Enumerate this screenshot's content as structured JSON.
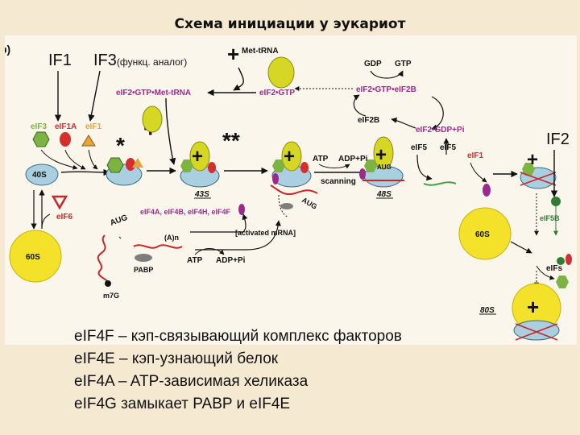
{
  "title": "Схема инициации у эукариот",
  "overlay_labels": {
    "if1": "IF1",
    "if3": "IF3",
    "if3_note": "(функц. аналог)",
    "if2": "IF2"
  },
  "diagram": {
    "panel_letter": "b)",
    "met_trna": "Met-tRNA",
    "gdp": "GDP",
    "gtp": "GTP",
    "eif2_gtp_met_trna": "eIF2•GTP•Met-tRNA",
    "eif2_gtp": "eIF2•GTP",
    "eif2_gtp_eif2b": "eIF2•GTP•eIF2B",
    "eif2b": "eIF2B",
    "eif2_gdp_pi": "eIF2•GDP+Pi",
    "eif3": "eIF3",
    "eif1a": "eIF1A",
    "eif1": "eIF1",
    "star_single": "*",
    "star_double": "**",
    "s40": "40S",
    "s43": "43S",
    "s48": "48S",
    "s60_left": "60S",
    "s60_right": "60S",
    "s80": "80S",
    "eif6": "eIF6",
    "atp_scan": "ATP",
    "adp_scan": "ADP+Pi",
    "scanning": "scanning",
    "aug_scan": "AUG",
    "aug_48": "AUG",
    "eif5_a": "eIF5",
    "eif5_b": "eIF5",
    "eif1_right": "eIF1",
    "eif5b": "eIF5B",
    "eifs": "eIFs",
    "aug_mrna": "AUG",
    "eif4_group": "eIF4A, eIF4B, eIF4H, eIF4F",
    "activated_mrna": "[activated mRNA]",
    "polya": "(A)n",
    "m7g": "m7G",
    "pabp": "PABP",
    "atp_mrna": "ATP",
    "adp_mrna": "ADP+Pi",
    "plus": "+"
  },
  "notes": [
    "eIF4F – кэп-связывающий комплекс факторов",
    "eIF4E – кэп-узнающий белок",
    "eIF4A – ATP-зависимая хеликаза",
    "eIF4G замыкает PABP и eIF4E"
  ],
  "colors": {
    "small_subunit": "#a9cfe0",
    "large_subunit": "#f3e12a",
    "trna": "#d6d624",
    "eif3": "#7cb342",
    "eif1a": "#d32f2f",
    "eif1": "#e8a33a",
    "eif4": "#9c2a8c",
    "mrna": "#c62828",
    "mrna_green": "#43a047",
    "arrow": "#111111"
  }
}
